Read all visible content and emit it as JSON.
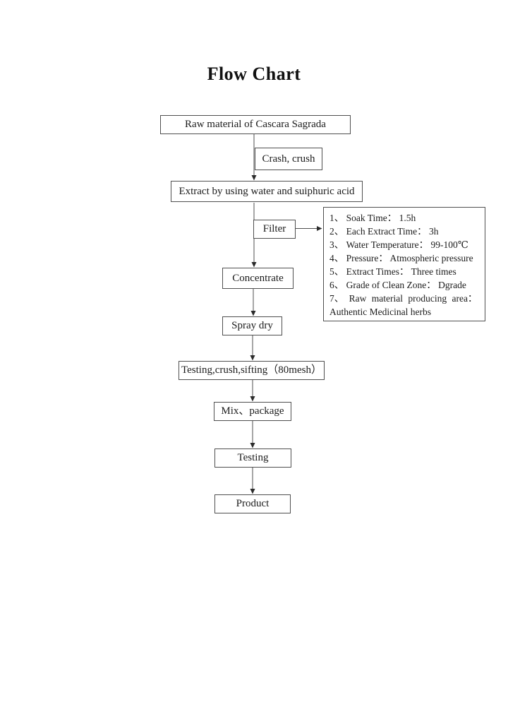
{
  "page": {
    "title": "Flow Chart"
  },
  "flow": {
    "nodes": [
      {
        "id": "raw-material",
        "label": "Raw material of Cascara Sagrada"
      },
      {
        "id": "crash-crush",
        "label": "Crash, crush"
      },
      {
        "id": "extract",
        "label": "Extract by using water and suiphuric acid"
      },
      {
        "id": "filter",
        "label": "Filter"
      },
      {
        "id": "concentrate",
        "label": "Concentrate"
      },
      {
        "id": "spray-dry",
        "label": "Spray dry"
      },
      {
        "id": "testing-crush-sifting",
        "label": "Testing,crush,sifting（80mesh）"
      },
      {
        "id": "mix-package",
        "label": "Mix、package"
      },
      {
        "id": "testing",
        "label": "Testing"
      },
      {
        "id": "product",
        "label": "Product"
      }
    ],
    "edges": [
      "raw-material -> extract",
      "extract -> concentrate",
      "filter -> process-parameters",
      "concentrate -> spray-dry",
      "spray-dry -> testing-crush-sifting",
      "testing-crush-sifting -> mix-package",
      "mix-package -> testing",
      "testing -> product"
    ],
    "parameters": {
      "lines": [
        "1、 Soak Time： 1.5h",
        "2、 Each Extract Time： 3h",
        "3、 Water Temperature： 99-100℃",
        "4、 Pressure： Atmospheric pressure",
        "5、 Extract Times： Three times",
        "6、 Grade of Clean Zone： Dgrade",
        "7、 Raw material producing area：",
        "Authentic Medicinal herbs"
      ]
    }
  },
  "colors": {
    "line": "#4f4f4f",
    "text": "#1b1b1b",
    "background": "#ffffff"
  }
}
